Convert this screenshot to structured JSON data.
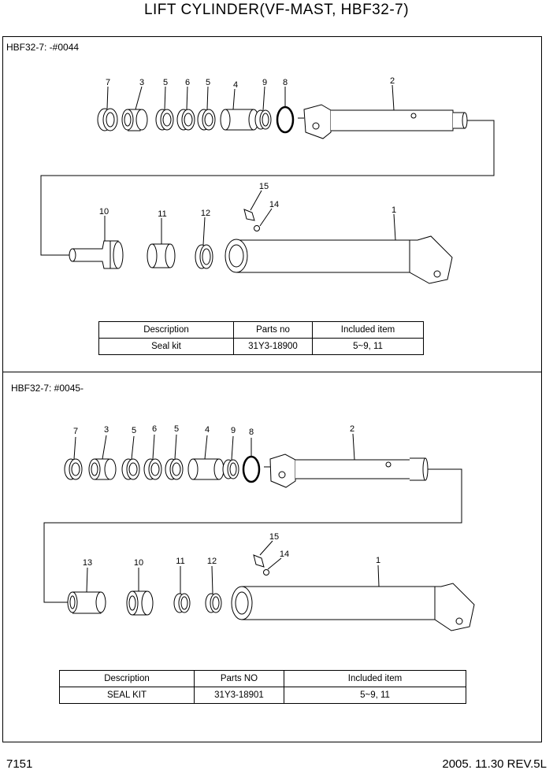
{
  "title": "LIFT CYLINDER(VF-MAST, HBF32-7)",
  "section1": {
    "label": "HBF32-7: -#0044",
    "callouts": [
      "7",
      "3",
      "5",
      "6",
      "5",
      "4",
      "9",
      "8",
      "2",
      "10",
      "11",
      "12",
      "15",
      "14",
      "1"
    ],
    "table": {
      "headers": [
        "Description",
        "Parts no",
        "Included item"
      ],
      "rows": [
        [
          "Seal kit",
          "31Y3-18900",
          "5~9, 11"
        ]
      ]
    }
  },
  "section2": {
    "label": "HBF32-7: #0045-",
    "callouts": [
      "7",
      "3",
      "5",
      "6",
      "5",
      "4",
      "9",
      "8",
      "2",
      "15",
      "14",
      "13",
      "10",
      "11",
      "12",
      "1"
    ],
    "table": {
      "headers": [
        "Description",
        "Parts NO",
        "Included item"
      ],
      "rows": [
        [
          "SEAL KIT",
          "31Y3-18901",
          "5~9, 11"
        ]
      ]
    }
  },
  "footer": {
    "page": "7151",
    "revision": "2005. 11.30  REV.5L"
  },
  "colors": {
    "line": "#000000",
    "oring": "#000000"
  }
}
